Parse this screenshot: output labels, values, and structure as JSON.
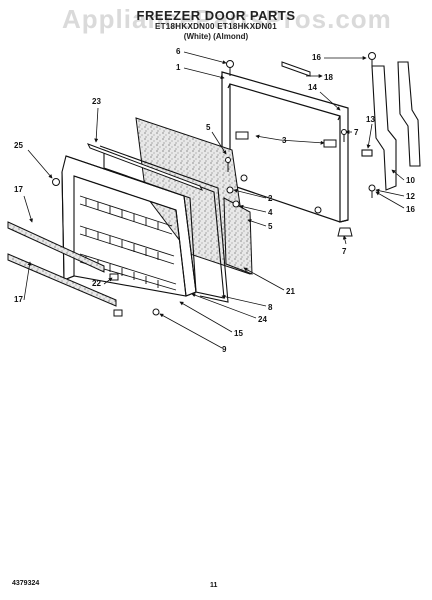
{
  "watermark": "AppliancePartsPros.com",
  "title": "FREEZER DOOR PARTS",
  "subtitle": "ET18HKXDN00 ET18HKXDN01",
  "variants": "(White)   (Almond)",
  "footer": {
    "part_doc": "4379324",
    "page": "11"
  },
  "callouts": [
    {
      "id": "c6",
      "label": "6"
    },
    {
      "id": "c1",
      "label": "1"
    },
    {
      "id": "c16a",
      "label": "16"
    },
    {
      "id": "c18",
      "label": "18"
    },
    {
      "id": "c23",
      "label": "23"
    },
    {
      "id": "c14",
      "label": "14"
    },
    {
      "id": "c5a",
      "label": "5"
    },
    {
      "id": "c3",
      "label": "3"
    },
    {
      "id": "c7a",
      "label": "7"
    },
    {
      "id": "c13",
      "label": "13"
    },
    {
      "id": "c25",
      "label": "25"
    },
    {
      "id": "c2",
      "label": "2"
    },
    {
      "id": "c10",
      "label": "10"
    },
    {
      "id": "c12",
      "label": "12"
    },
    {
      "id": "c16b",
      "label": "16"
    },
    {
      "id": "c17a",
      "label": "17"
    },
    {
      "id": "c4",
      "label": "4"
    },
    {
      "id": "c5b",
      "label": "5"
    },
    {
      "id": "c7b",
      "label": "7"
    },
    {
      "id": "c21",
      "label": "21"
    },
    {
      "id": "c22",
      "label": "22"
    },
    {
      "id": "c8",
      "label": "8"
    },
    {
      "id": "c17b",
      "label": "17"
    },
    {
      "id": "c24",
      "label": "24"
    },
    {
      "id": "c15",
      "label": "15"
    },
    {
      "id": "c9",
      "label": "9"
    }
  ]
}
